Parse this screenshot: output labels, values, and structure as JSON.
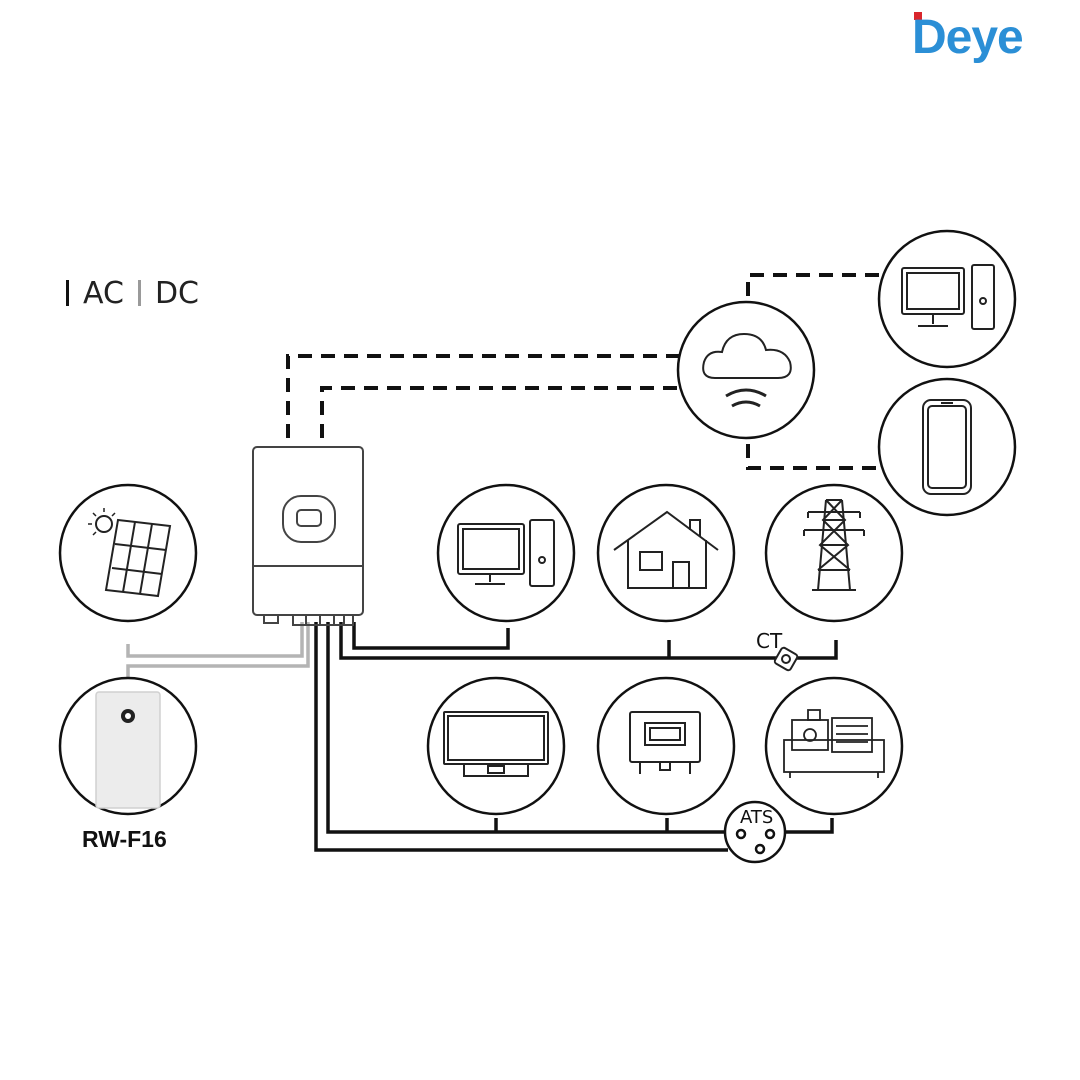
{
  "brand": {
    "name": "Deye"
  },
  "legend": {
    "ac": "AC",
    "dc": "DC"
  },
  "labels": {
    "battery_model": "RW-F16",
    "ct": "CT",
    "ats": "ATS"
  },
  "colors": {
    "ac_line": "#111111",
    "dc_line": "#b4b4b4",
    "brand_blue": "#2b8fd6",
    "brand_red": "#d9262c"
  },
  "icons": [
    "pc-monitor-icon",
    "smartphone-icon",
    "cloud-wifi-icon",
    "inverter-icon",
    "solar-panel-icon",
    "computer-load-icon",
    "house-icon",
    "grid-tower-icon",
    "battery-icon",
    "tv-icon",
    "smart-meter-icon",
    "generator-icon",
    "ct-clamp-icon",
    "ats-switch-icon"
  ]
}
